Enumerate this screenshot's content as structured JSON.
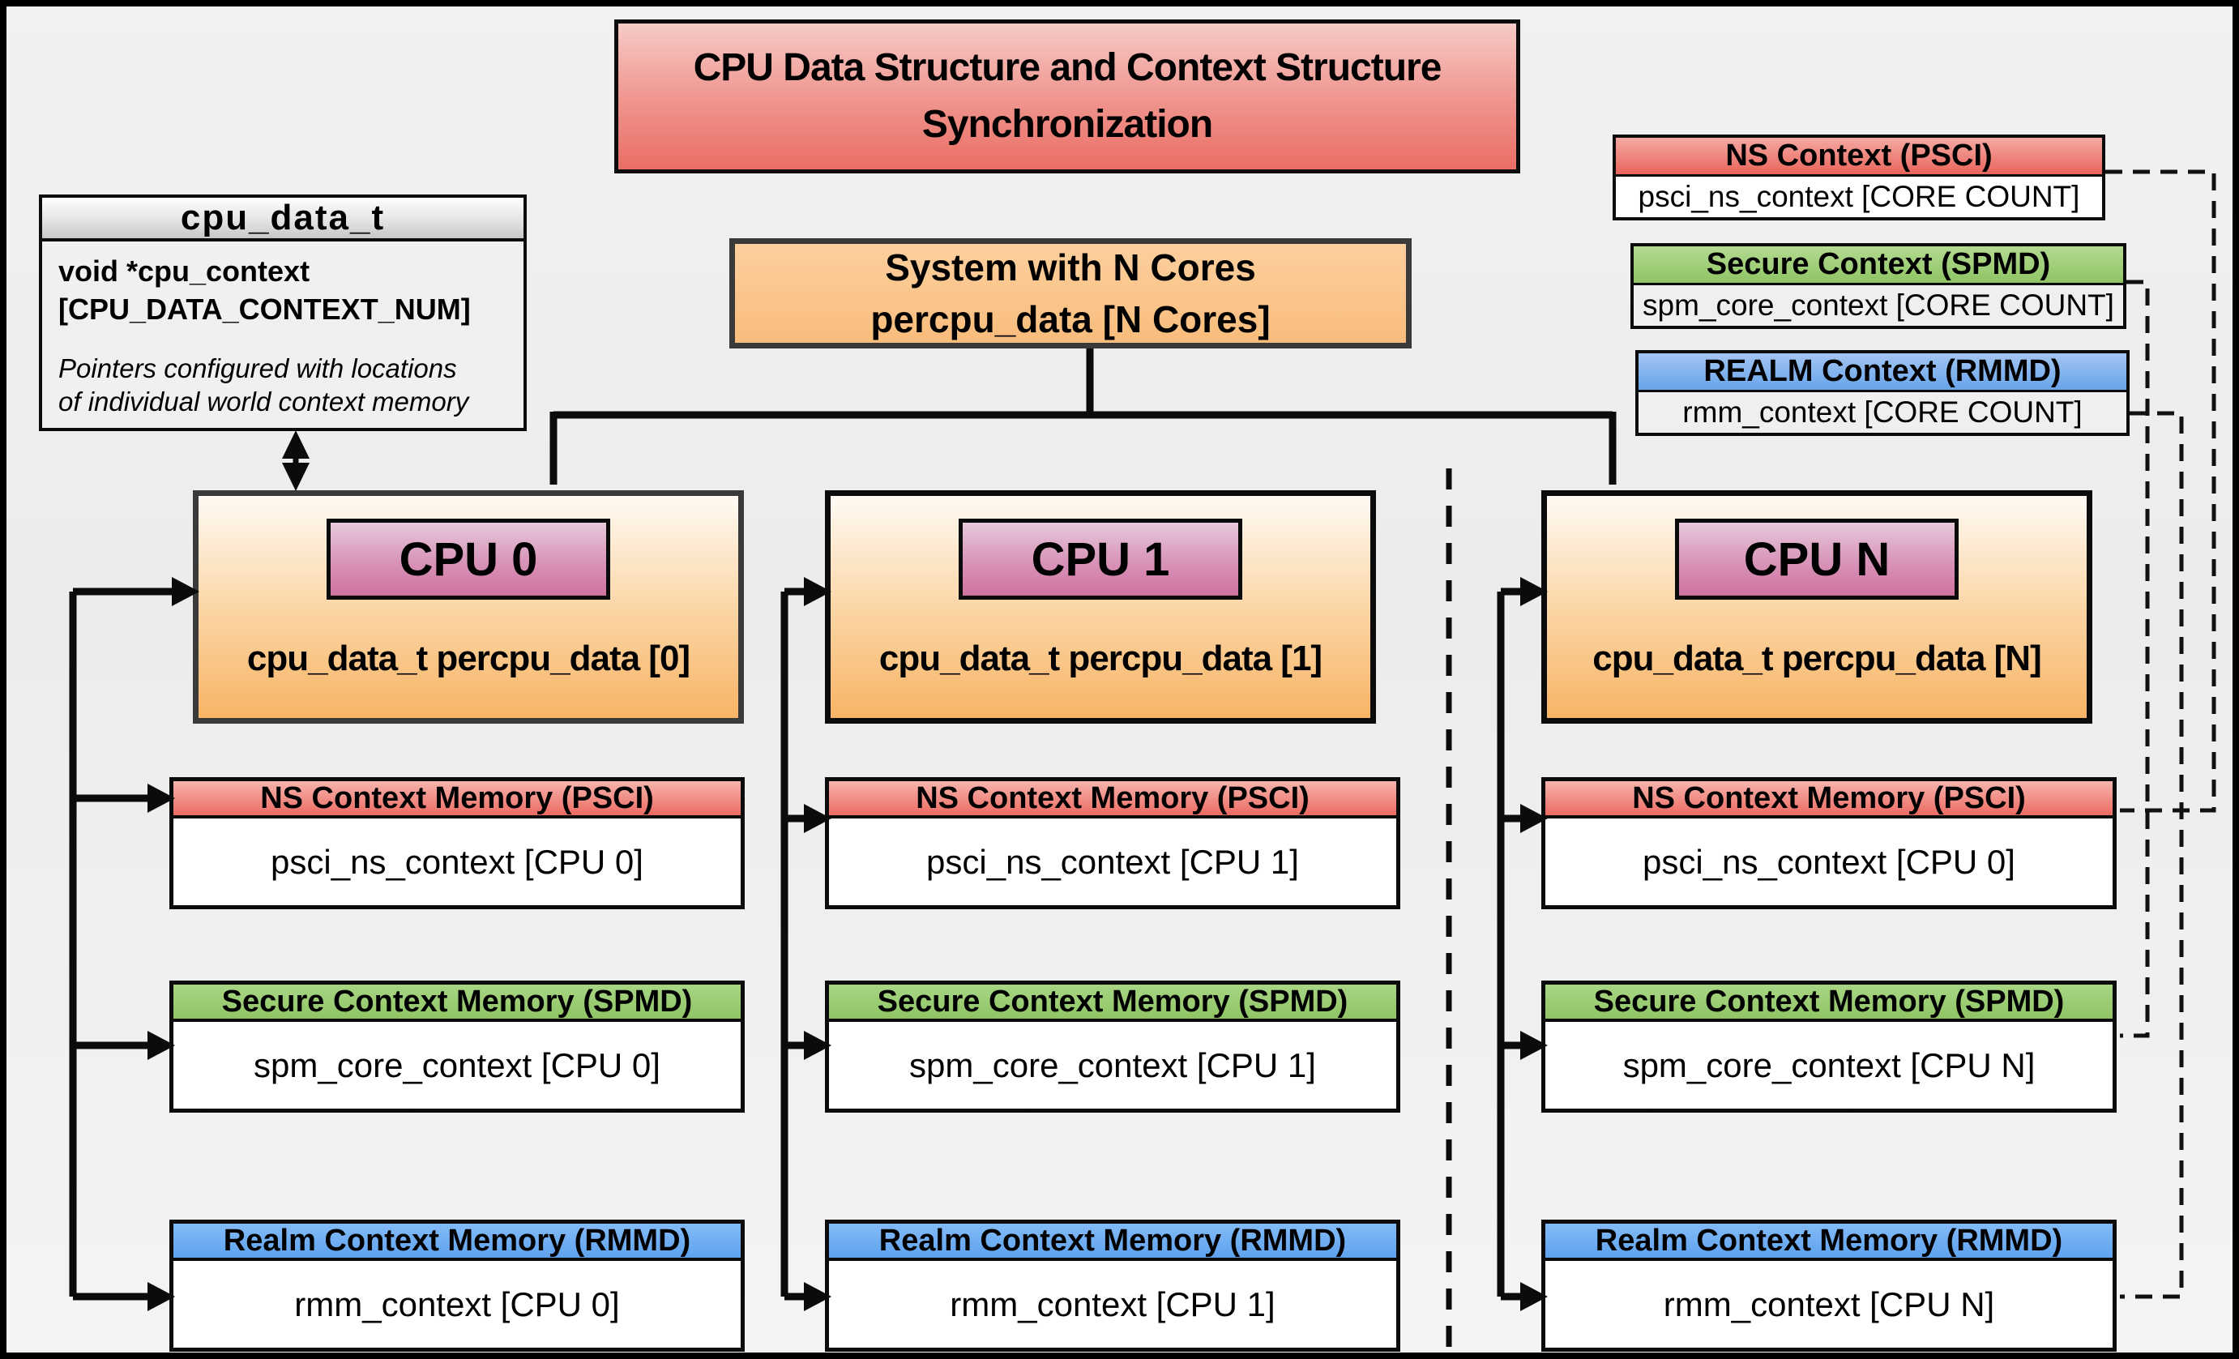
{
  "title": {
    "line1": "CPU Data Structure and Context Structure",
    "line2": "Synchronization"
  },
  "cpu_data_t_box": {
    "header": "cpu_data_t",
    "field_line1": "void  *cpu_context",
    "field_line2": "[CPU_DATA_CONTEXT_NUM]",
    "note_line1": "Pointers configured with locations",
    "note_line2": "of individual world context memory"
  },
  "system_box": {
    "line1": "System with N Cores",
    "line2": "percpu_data [N Cores]"
  },
  "legend": {
    "ns": {
      "header": "NS Context  (PSCI)",
      "body": "psci_ns_context [CORE COUNT]"
    },
    "secure": {
      "header": "Secure Context (SPMD)",
      "body": "spm_core_context [CORE COUNT]"
    },
    "realm": {
      "header": "REALM Context (RMMD)",
      "body": "rmm_context [CORE COUNT]"
    }
  },
  "cpus": [
    {
      "name": "CPU 0",
      "data_label": "cpu_data_t percpu_data [0]",
      "ns": {
        "header": "NS Context Memory (PSCI)",
        "body": "psci_ns_context [CPU 0]"
      },
      "secure": {
        "header": "Secure Context Memory (SPMD)",
        "body": "spm_core_context [CPU 0]"
      },
      "realm": {
        "header": "Realm Context Memory (RMMD)",
        "body": "rmm_context [CPU 0]"
      }
    },
    {
      "name": "CPU 1",
      "data_label": "cpu_data_t percpu_data [1]",
      "ns": {
        "header": "NS Context Memory (PSCI)",
        "body": "psci_ns_context [CPU 1]"
      },
      "secure": {
        "header": "Secure Context Memory (SPMD)",
        "body": "spm_core_context [CPU 1]"
      },
      "realm": {
        "header": "Realm Context Memory (RMMD)",
        "body": "rmm_context [CPU 1]"
      }
    },
    {
      "name": "CPU N",
      "data_label": "cpu_data_t percpu_data [N]",
      "ns": {
        "header": "NS Context Memory (PSCI)",
        "body": "psci_ns_context [CPU 0]"
      },
      "secure": {
        "header": "Secure Context Memory (SPMD)",
        "body": "spm_core_context [CPU N]"
      },
      "realm": {
        "header": "Realm Context Memory (RMMD)",
        "body": "rmm_context [CPU N]"
      }
    }
  ],
  "colors": {
    "ns_red": "#ED6F66",
    "secure_green": "#9ACD77",
    "realm_blue": "#6CAEF5",
    "cpu_orange": "#F8B466",
    "cpu_pink": "#D0729F",
    "system_orange": "#F9C28A",
    "title_red": "#EA6E65"
  }
}
